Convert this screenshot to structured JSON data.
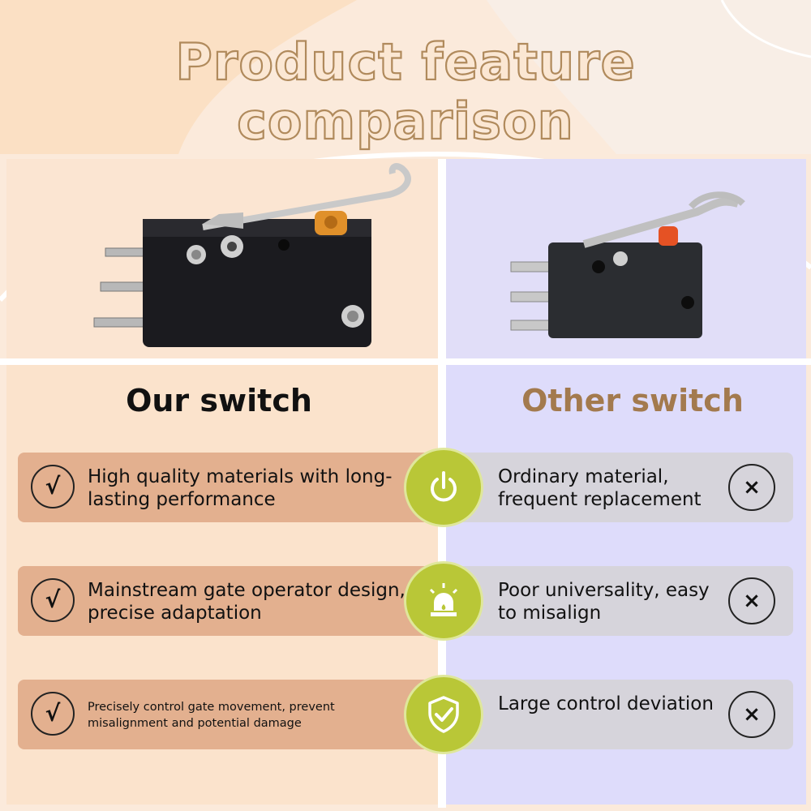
{
  "title": "Product feature comparison",
  "columns": {
    "left_heading": "Our switch",
    "right_heading": "Other switch"
  },
  "rows": [
    {
      "ours": "High quality materials with long-lasting performance",
      "ours_small": false,
      "icon": "power-icon",
      "other": "Ordinary material, frequent replacement"
    },
    {
      "ours": "Mainstream gate operator design, precise adaptation",
      "ours_small": false,
      "icon": "alarm-light-icon",
      "other": "Poor universality, easy to misalign"
    },
    {
      "ours": "Precisely control gate movement, prevent misalignment and potential damage",
      "ours_small": true,
      "icon": "shield-check-icon",
      "other": "Large control deviation"
    }
  ],
  "marks": {
    "check": "√",
    "cross": "×"
  },
  "colors": {
    "left_bg": "#fbe3cc",
    "right_bg": "#dedcfb",
    "accent_green": "#b9c737",
    "heading_brown": "#a37a4e",
    "pill_left": "#e3b08f",
    "pill_right": "#d6d4db"
  }
}
